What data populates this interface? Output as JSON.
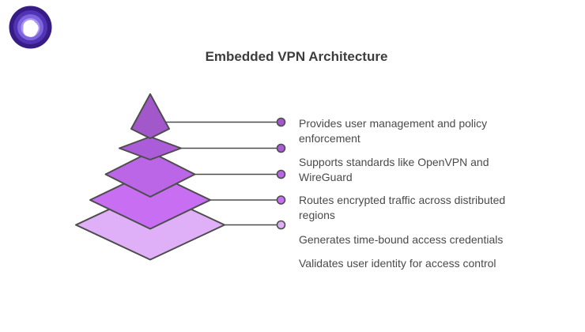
{
  "title": {
    "text": "Embedded VPN Architecture",
    "color": "#3d3d3d"
  },
  "logo": {
    "colors": {
      "ring_outer": "#371c86",
      "ring_mid": "#5134b5",
      "ring_inner": "#7f64de",
      "ring_core": "#ab99f0",
      "pick": "#ffffff"
    }
  },
  "diagram": {
    "type": "pyramid",
    "outline_color": "#4d4d4d",
    "connector_color": "#4d4d4d",
    "label_color": "#4a4a4a",
    "layers": [
      {
        "label": "Provides user management and policy\nenforcement",
        "color": "#a258cb"
      },
      {
        "label": "Supports standards like OpenVPN and\nWireGuard",
        "color": "#ab5cd8"
      },
      {
        "label": "Routes encrypted traffic across distributed\nregions",
        "color": "#bb66e6"
      },
      {
        "label": "Generates time-bound access credentials",
        "color": "#c76ef2"
      },
      {
        "label": "Validates user identity for access control",
        "color": "#dfb0f7"
      }
    ]
  }
}
